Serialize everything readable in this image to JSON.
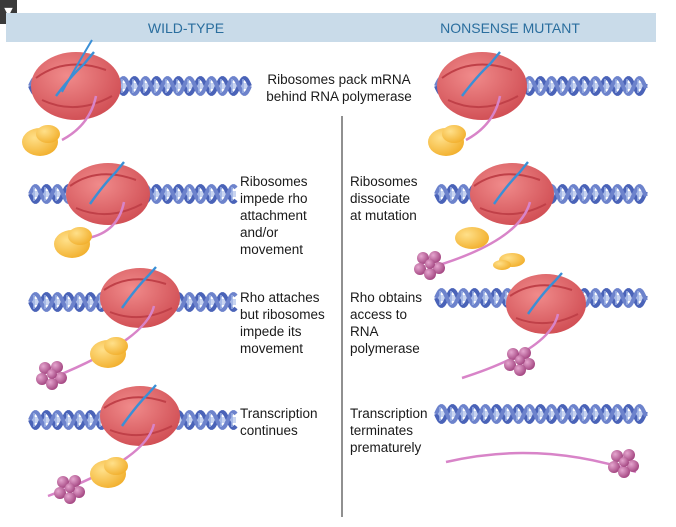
{
  "headers": {
    "wild_type": "WILD-TYPE",
    "nonsense_mutant": "NONSENSE MUTANT"
  },
  "corner_icon": "dropdown-arrow-icon",
  "rows": [
    {
      "shared_label": [
        "Ribosomes pack mRNA",
        "behind RNA polymerase"
      ]
    },
    {
      "wild_label": [
        "Ribosomes",
        "impede rho",
        "attachment",
        "and/or",
        "movement"
      ],
      "mutant_label": [
        "Ribosomes",
        "dissociate",
        "at mutation"
      ]
    },
    {
      "wild_label": [
        "Rho attaches",
        "but ribosomes",
        "impede its",
        "movement"
      ],
      "mutant_label": [
        "Rho obtains",
        "access to",
        "RNA",
        "polymerase"
      ]
    },
    {
      "wild_label": [
        "Transcription",
        "continues"
      ],
      "mutant_label": [
        "Transcription",
        "terminates",
        "prematurely"
      ]
    }
  ],
  "colors": {
    "header_band": "#c9dbe9",
    "header_text": "#2a6e9e",
    "dna_blue": "#4a63b8",
    "dna_light": "#9bb0e4",
    "polymerase_red": "#e26262",
    "polymerase_dark": "#bf3f45",
    "ribosome_yellow": "#f7c24a",
    "rho_purple": "#b0508e",
    "mrna_pink": "#d884c8",
    "rna_blue": "#3a8fd6"
  }
}
